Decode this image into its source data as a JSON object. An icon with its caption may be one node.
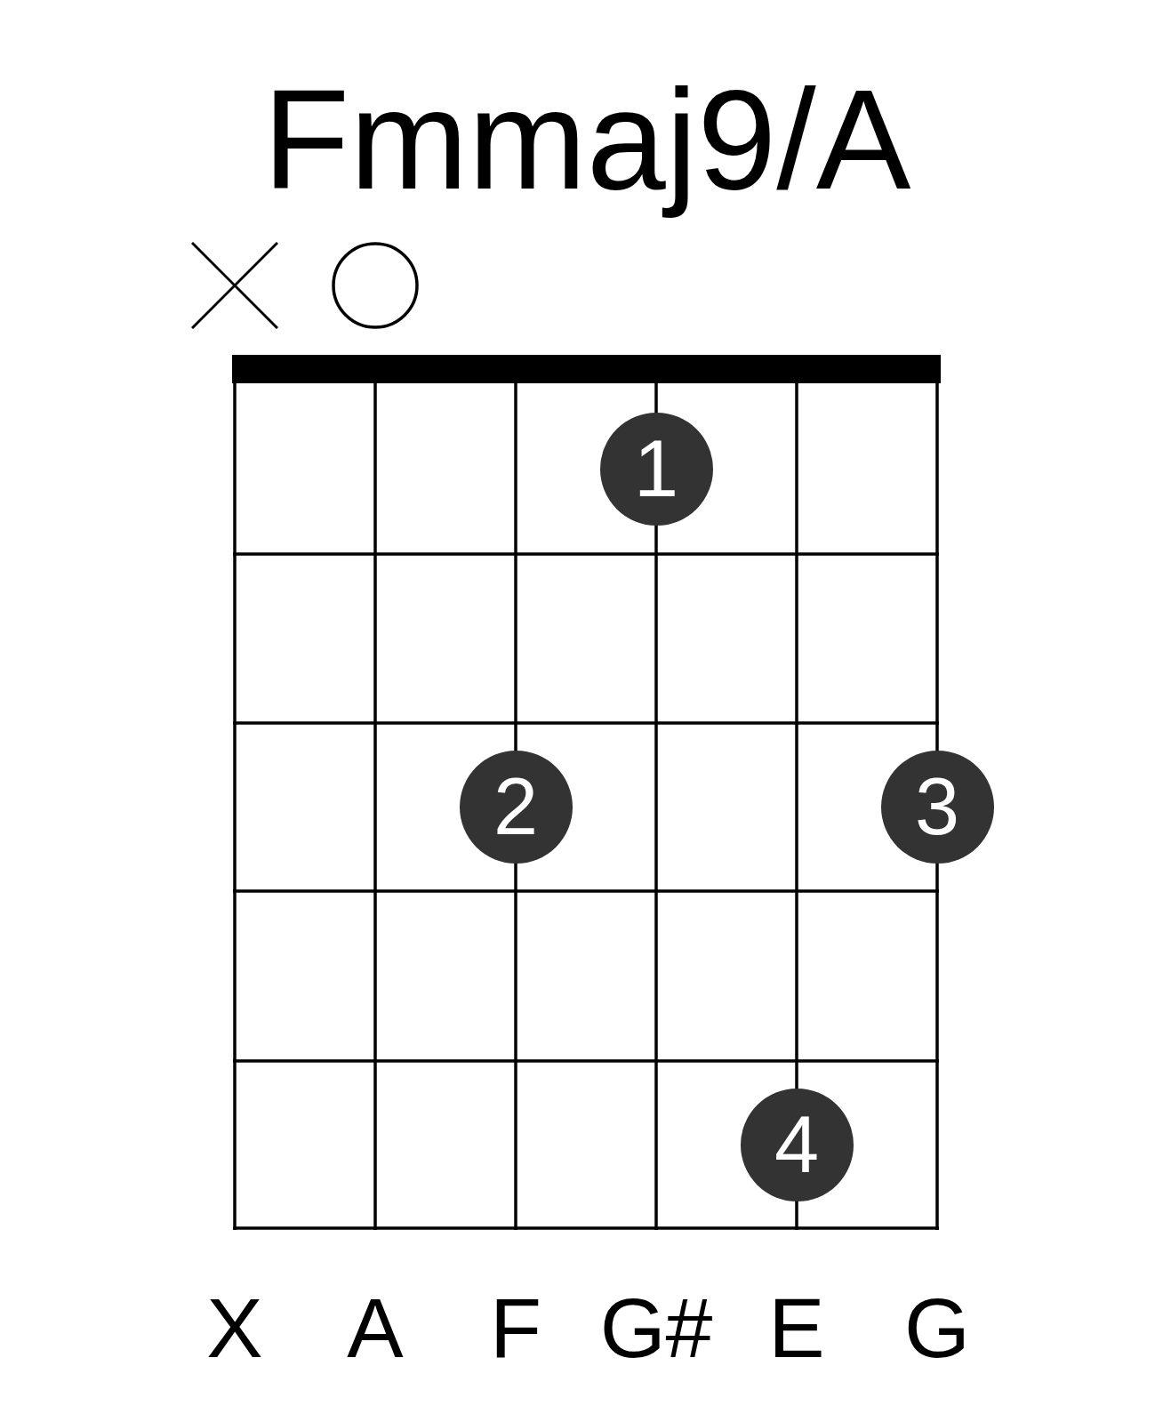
{
  "diagram": {
    "title": "Fmmaj9/A",
    "nodes": [
      {
        "text": [],
        "shape": "cross"
      },
      {
        "text": [],
        "shape": "circle"
      },
      {
        "text": [
          "1"
        ]
      },
      {
        "text": [
          "2"
        ]
      },
      {
        "text": [
          "3"
        ]
      },
      {
        "text": [
          "4"
        ]
      }
    ],
    "labels": [
      "X",
      "A",
      "F",
      "G#",
      "E",
      "G"
    ]
  }
}
